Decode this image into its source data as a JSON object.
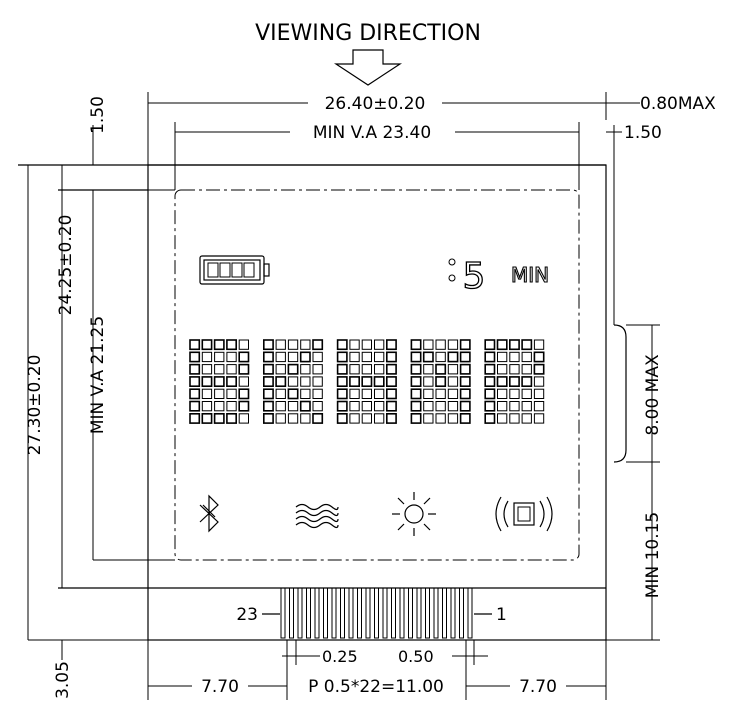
{
  "title": "VIEWING DIRECTION",
  "dims": {
    "top_width": "26.40±0.20",
    "va_width": "MIN V.A 23.40",
    "thickness": "0.80MAX",
    "right_offset": "1.50",
    "top_offset": "1.50",
    "total_height": "27.30±0.20",
    "glass_height": "24.25±0.20",
    "va_height": "MIN V.A 21.25",
    "fpc_max": "8.00 MAX",
    "fpc_min": "MIN 10.15",
    "bottom_offset": "3.05",
    "pin_width": "0.25",
    "pin_gap": "0.50",
    "left_margin": "7.70",
    "pitch": "P  0.5*22=11.00",
    "right_margin": "7.70"
  },
  "pins": {
    "first": "23",
    "last": "1"
  },
  "display": {
    "timer_digit": "5",
    "timer_unit": "MIN",
    "main_text": "BKHMP"
  },
  "icons": [
    "battery-icon",
    "bluetooth-icon",
    "waves-icon",
    "sun-icon",
    "vibration-icon"
  ]
}
